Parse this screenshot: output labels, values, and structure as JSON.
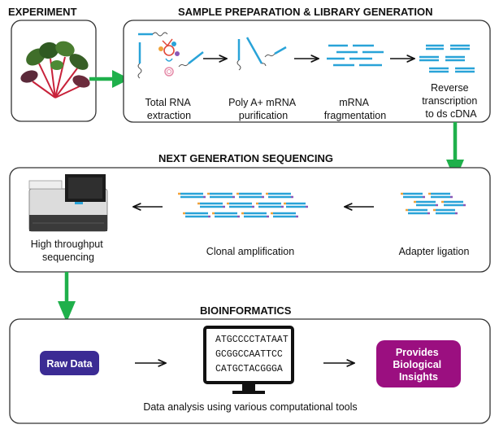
{
  "experiment": {
    "heading": "EXPERIMENT"
  },
  "sample_prep": {
    "heading": "SAMPLE PREPARATION & LIBRARY GENERATION",
    "steps": [
      {
        "line1": "Total RNA",
        "line2": "extraction"
      },
      {
        "line1": "Poly A+ mRNA",
        "line2": "purification"
      },
      {
        "line1": "mRNA",
        "line2": "fragmentation"
      },
      {
        "line1": "Reverse",
        "line2": "transcription",
        "line3": "to ds cDNA"
      }
    ]
  },
  "ngs": {
    "heading": "NEXT GENERATION SEQUENCING",
    "steps": [
      {
        "line1": "High throughput",
        "line2": "sequencing"
      },
      {
        "line1": "Clonal amplification"
      },
      {
        "line1": "Adapter ligation"
      }
    ]
  },
  "bioinformatics": {
    "heading": "BIOINFORMATICS",
    "raw_data": "Raw Data",
    "sequences": [
      "ATGCCCCTATAAT",
      "GCGGCCAATTCC",
      "CATGCTACGGGA"
    ],
    "insights": [
      "Provides",
      "Biological",
      "Insights"
    ],
    "caption": "Data analysis using various computational tools"
  },
  "colors": {
    "green_arrow": "#1fb04b",
    "fragment_blue": "#29a3d8",
    "adapter_orange": "#f0a23a",
    "adapter_purple": "#8a58b8",
    "raw_data_bg": "#3b2b94",
    "insights_bg": "#9b0f80",
    "panel_stroke": "#333333"
  }
}
